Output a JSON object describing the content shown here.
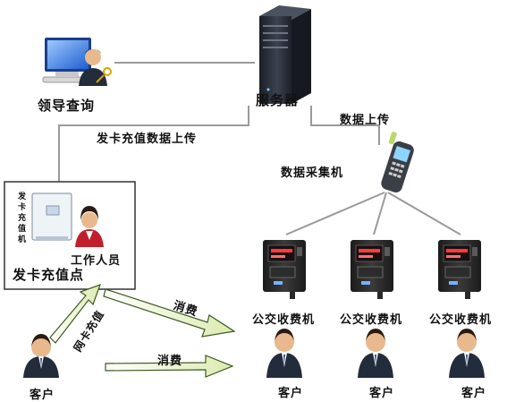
{
  "nodes": {
    "leader": "领导查询",
    "server": "服务器",
    "collector": "数据采集机",
    "card_point": "发卡充值点",
    "staff": "工作人员",
    "machine_label": "公交收费机",
    "customer_label": "客户",
    "card_device_text": "发卡充值机"
  },
  "edges": {
    "upload_card": "发卡充值数据上传",
    "upload_data": "数据上传",
    "consume": "消费",
    "online_recharge": "网卡充值"
  },
  "colors": {
    "line": "#999999",
    "arrow_fill": "#eef6c6",
    "arrow_stroke": "#3c5a1e",
    "server": "#2a2f38",
    "suit": "#232c3a",
    "skin": "#e9b98e"
  }
}
